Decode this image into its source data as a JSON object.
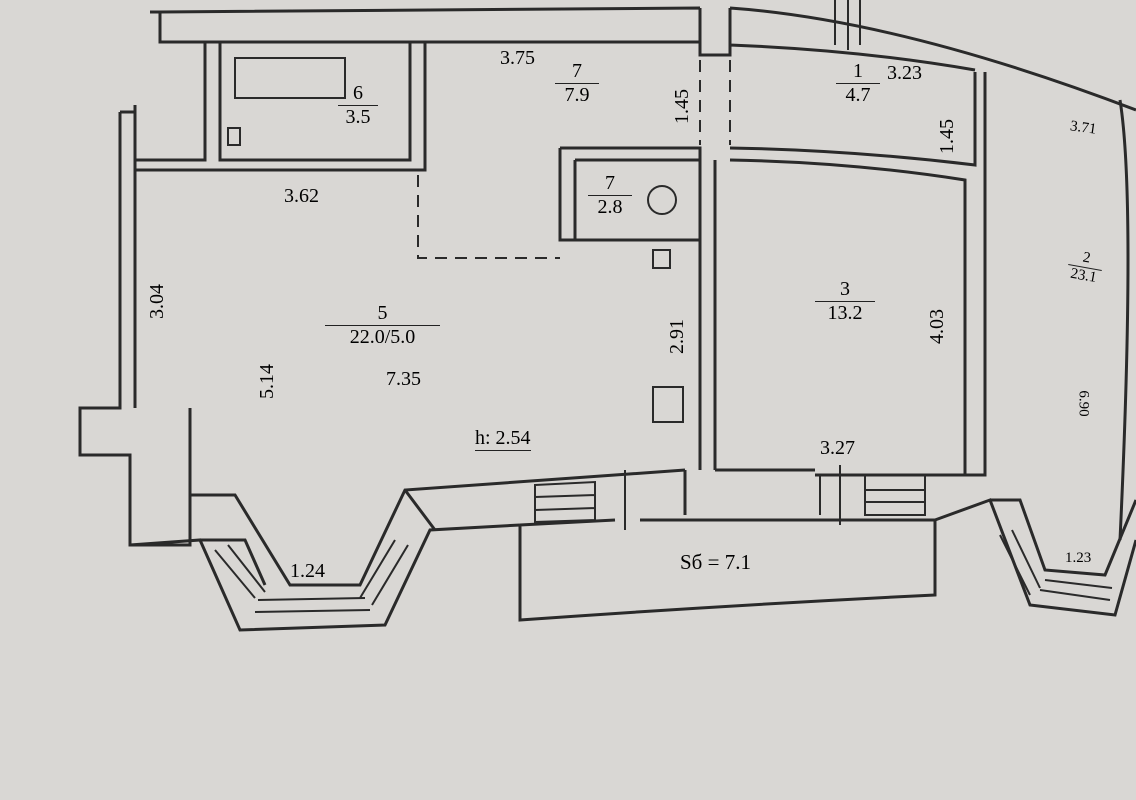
{
  "rooms": [
    {
      "number": "6",
      "area": "3.5"
    },
    {
      "number": "7",
      "area": "7.9"
    },
    {
      "number": "7",
      "area": "2.8"
    },
    {
      "number": "1",
      "area": "4.7"
    },
    {
      "number": "5",
      "area": "22.0/5.0"
    },
    {
      "number": "3",
      "area": "13.2"
    },
    {
      "number": "2",
      "area": "23.1"
    }
  ],
  "dimensions": {
    "hall_width": "3.75",
    "hall_depth": "1.45",
    "corridor_width": "3.23",
    "corridor_depth": "1.45",
    "bedroom2_width": "3.71",
    "bedroom2_length": "6.90",
    "kitchen_width": "3.62",
    "kitchen_side": "3.04",
    "living_length": "5.14",
    "living_width": "7.35",
    "kitchen_depth": "2.91",
    "room3_depth": "4.03",
    "room3_width": "3.27",
    "bay_left": "1.24",
    "bay_right": "1.23"
  },
  "ceiling_height": "h: 2.54",
  "balcony_area": "Sб = 7.1"
}
